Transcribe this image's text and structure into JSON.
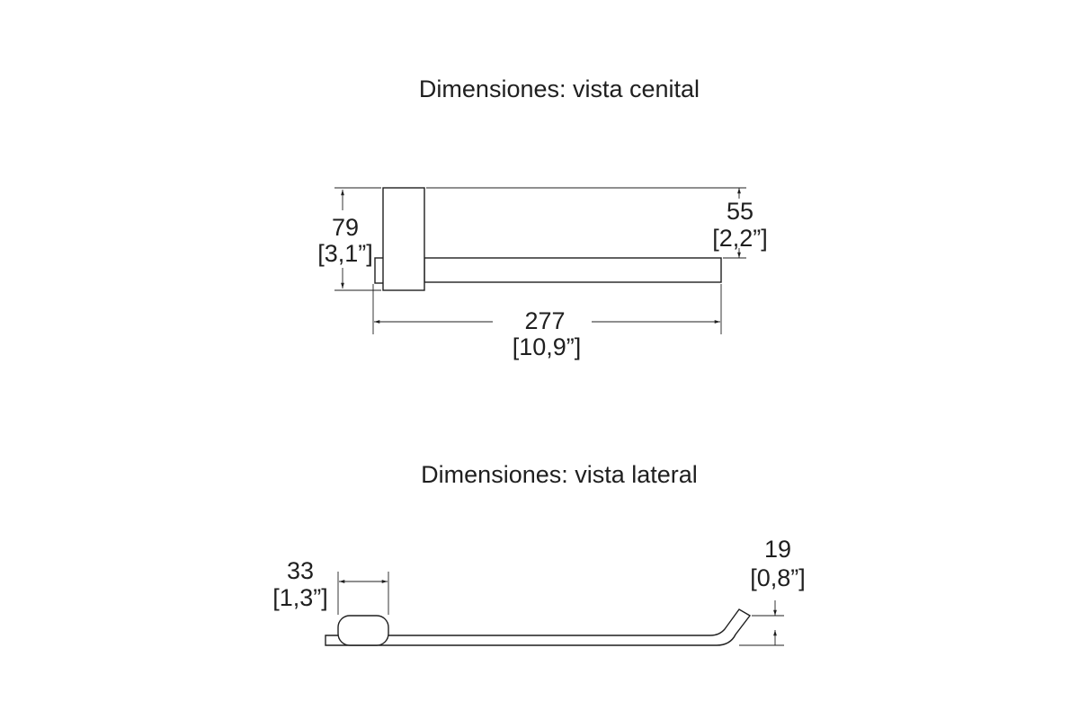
{
  "top_view": {
    "title": "Dimensiones: vista cenital",
    "height": {
      "value": "79",
      "inches": "[3,1”]"
    },
    "bar_width": {
      "value": "55",
      "inches": "[2,2”]"
    },
    "length": {
      "value": "277",
      "inches": "[10,9”]"
    }
  },
  "side_view": {
    "title": "Dimensiones: vista lateral",
    "base_width": {
      "value": "33",
      "inches": "[1,3”]"
    },
    "tip_height": {
      "value": "19",
      "inches": "[0,8”]"
    }
  }
}
